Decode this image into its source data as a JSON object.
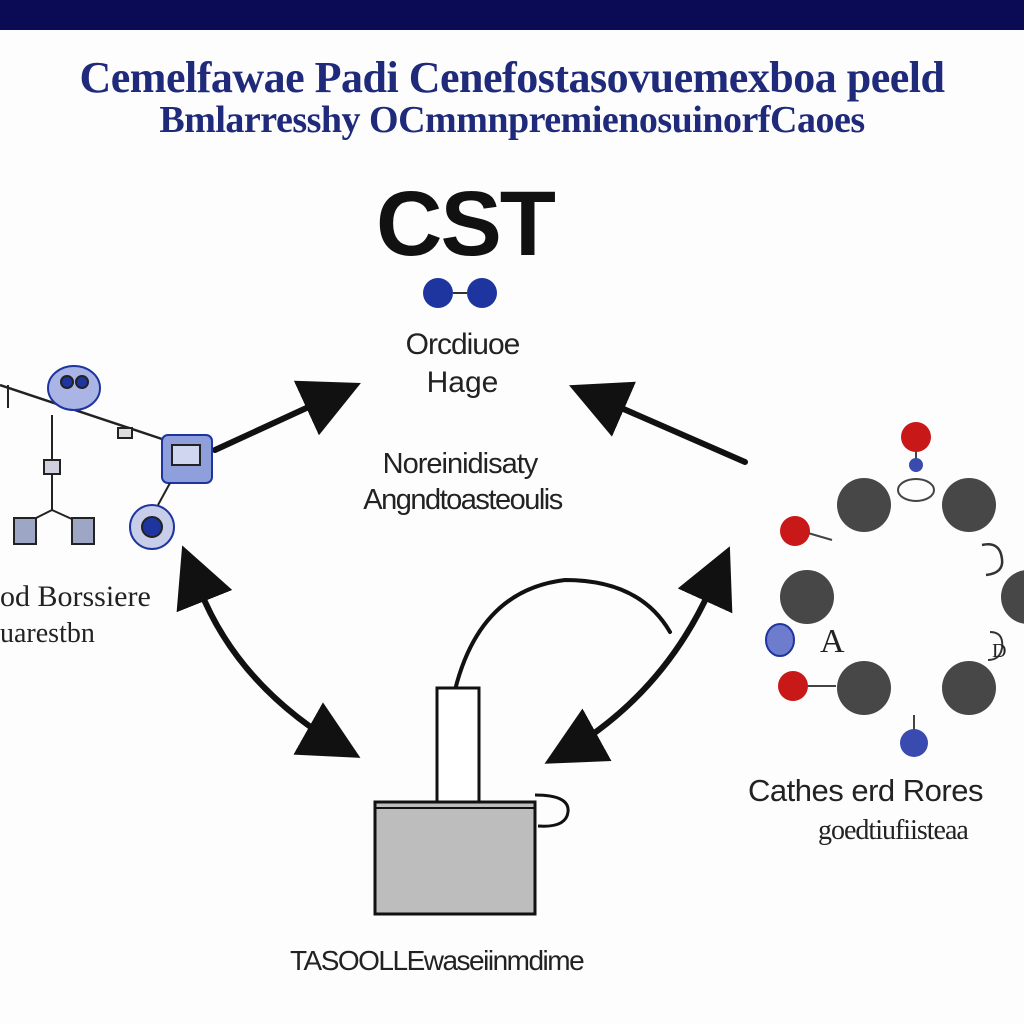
{
  "header": {
    "title_line1": "Cemelfawae Padi Cenefostasovuemexboa peeld",
    "title_line2": "Bmlarresshy OCmmnpremienosuinorfCaoes"
  },
  "center": {
    "logo": "CST",
    "label_line1": "Orcdiuoe",
    "label_line2": "Hage",
    "caption_line1": "Noreinidisaty",
    "caption_line2": "Angndtoasteoulis"
  },
  "left": {
    "label_line1": "od Borssiere",
    "label_line2": "uarestbn"
  },
  "right": {
    "label_line1": "Cathes erd Rores",
    "label_line2": "goedtiufiisteaa",
    "node_letters": [
      "A",
      "D"
    ]
  },
  "bottom": {
    "label": "TASOOLLEwaseiinmdime"
  },
  "colors": {
    "header_bar": "#0b0b55",
    "title_text": "#1f2a7a",
    "accent_blue": "#1e35a0",
    "accent_red": "#c81818",
    "node_gray": "#474747",
    "device_fill": "#bdbdbd"
  }
}
